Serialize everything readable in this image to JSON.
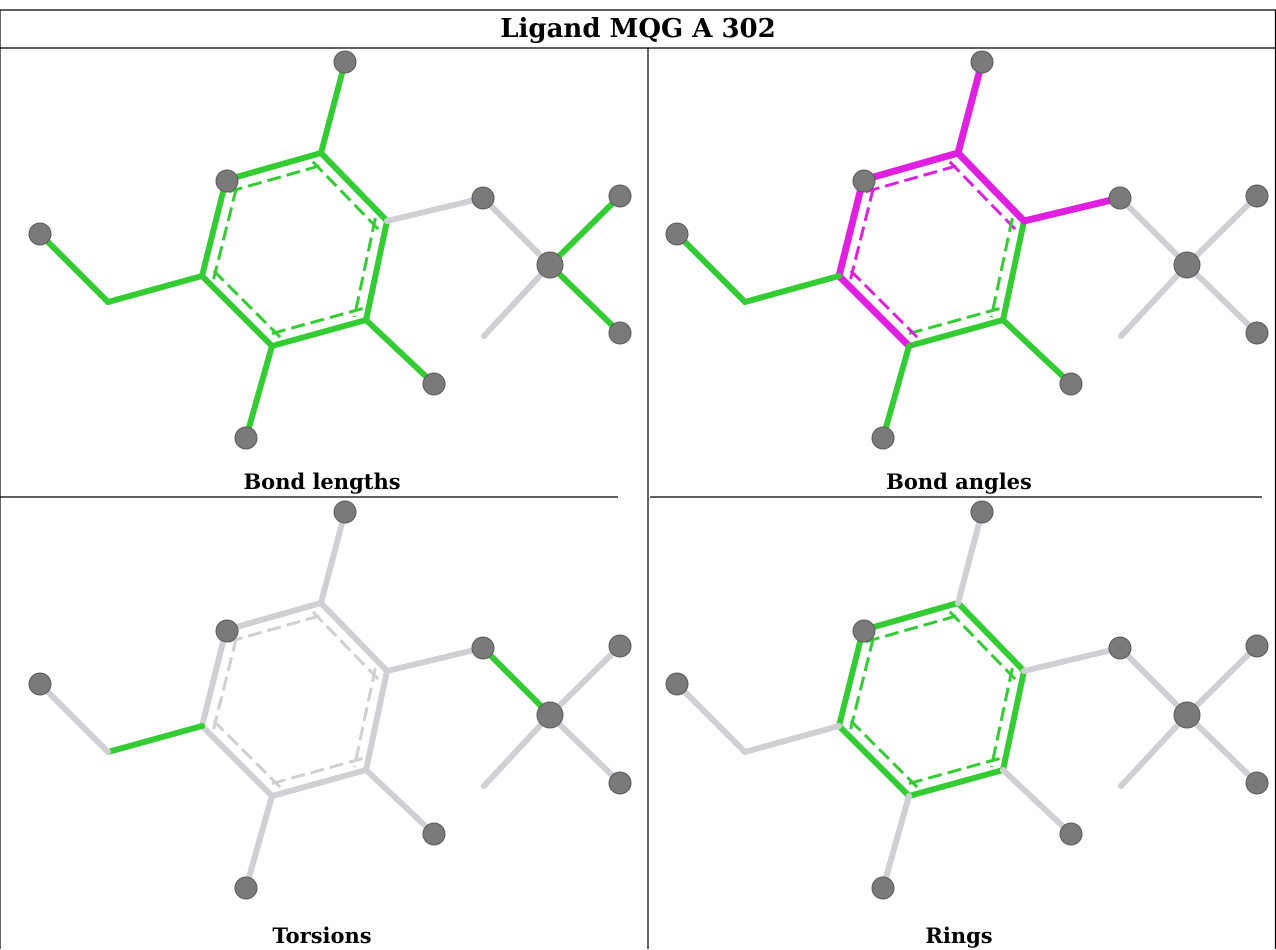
{
  "title": "Ligand MQG A 302",
  "panels": [
    {
      "caption": "Bond lengths",
      "highlight": "#33cc33",
      "mode": "lengths"
    },
    {
      "caption": "Bond angles",
      "highlight": "#e020e0",
      "mode": "angles"
    },
    {
      "caption": "Torsions",
      "highlight": "#33cc33",
      "mode": "torsions"
    },
    {
      "caption": "Rings",
      "highlight": "#33cc33",
      "mode": "rings"
    }
  ],
  "colors": {
    "bond_default": "#cfcfd4",
    "atom": "#7a7a7a",
    "highlight_green": "#33cc33",
    "highlight_magenta": "#e020e0",
    "border": "#000000"
  }
}
